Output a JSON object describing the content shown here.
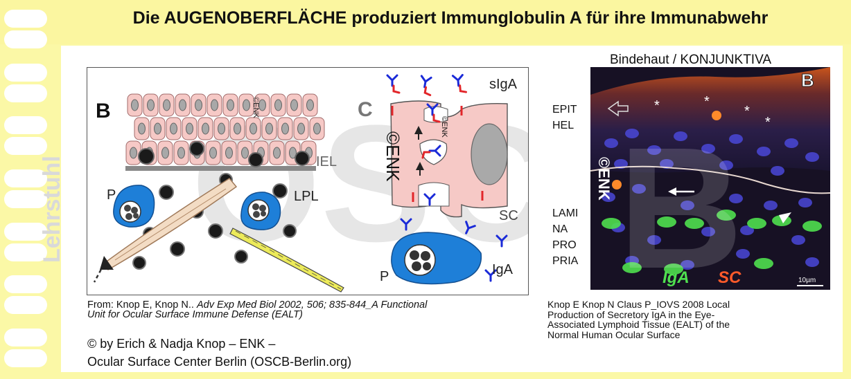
{
  "title": "Die AUGENOBERFLÄCHE produziert Immunglobulin A für ihre Immunabwehr",
  "watermark_side": "Lehrstuhl",
  "diagram": {
    "label_B": "B",
    "label_C": "C",
    "label_enk_small": "©ENK",
    "label_iel": "IEL",
    "label_p": "P",
    "label_lpl": "LPL",
    "label_enk_big": "©ENK",
    "label_enk_cell": "©ENK",
    "label_sIgA": "sIgA",
    "label_sc": "SC",
    "label_p2": "P",
    "label_iga": "IgA",
    "watermark": "OSC"
  },
  "caption_left": {
    "line1_prefix": "From: Knop E, Knop N.. ",
    "line1_italic": "Adv Exp Med Biol 2002, 506; 835-844_A Functional",
    "line2_italic": "Unit for Ocular Surface Immune Defense (EALT)"
  },
  "copyright": {
    "line1": "© by Erich & Nadja Knop – ENK –",
    "line2": "Ocular Surface Center Berlin (OSCB-Berlin.org)"
  },
  "micrograph": {
    "title": "Bindehaut / KONJUNKTIVA",
    "corner_label": "B",
    "watermark": "B",
    "enk": "©ENK",
    "epit_lines": [
      "EPIT",
      "HEL"
    ],
    "lamina_lines": [
      "LAMI",
      "NA",
      "PRO",
      "PRIA"
    ],
    "iga_label": "IgA",
    "sc_label": "SC",
    "scale": "10µm",
    "colors": {
      "iga": "#4fe04f",
      "sc": "#ff5a2a",
      "nuclei": "#4a48d8"
    }
  },
  "caption_right": {
    "lines": [
      "Knop E Knop N Claus P_IOVS 2008  Local",
      "Production of Secretory IgA in the Eye-",
      "Associated Lymphoid Tissue (EALT) of the",
      "Normal Human Ocular Surface"
    ]
  }
}
